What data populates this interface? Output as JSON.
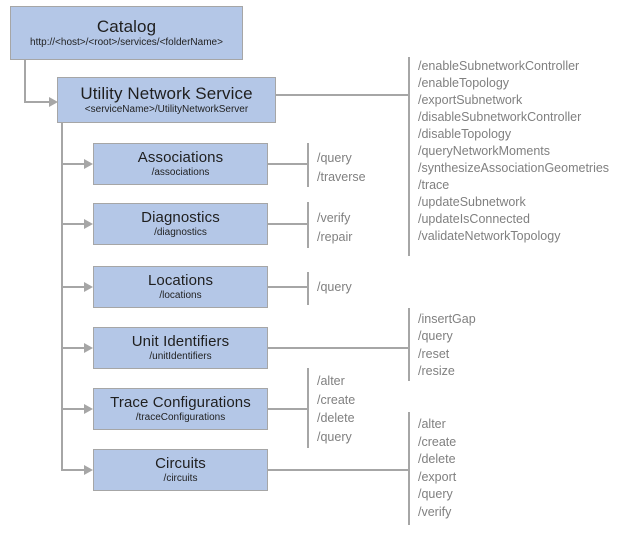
{
  "colors": {
    "background": "#ffffff",
    "box_fill": "#b4c7e7",
    "box_border": "#a6a6a6",
    "line": "#a6a6a6",
    "title_text": "#1f1f1f",
    "ops_text": "#808080"
  },
  "nodes": {
    "catalog": {
      "title": "Catalog",
      "subtitle": "http://<host>/<root>/services/<folderName>"
    },
    "utility_network_service": {
      "title": "Utility Network Service",
      "subtitle": "<serviceName>/UtilityNetworkServer",
      "operations": [
        "/enableSubnetworkController",
        "/enableTopology",
        "/exportSubnetwork",
        "/disableSubnetworkController",
        "/disableTopology",
        "/queryNetworkMoments",
        "/synthesizeAssociationGeometries",
        "/trace",
        "/updateSubnetwork",
        "/updateIsConnected",
        "/validateNetworkTopology"
      ]
    },
    "associations": {
      "title": "Associations",
      "subtitle": "/associations",
      "operations": [
        "/query",
        "/traverse"
      ]
    },
    "diagnostics": {
      "title": "Diagnostics",
      "subtitle": "/diagnostics",
      "operations": [
        "/verify",
        "/repair"
      ]
    },
    "locations": {
      "title": "Locations",
      "subtitle": "/locations",
      "operations": [
        "/query"
      ]
    },
    "unit_identifiers": {
      "title": "Unit Identifiers",
      "subtitle": "/unitIdentifiers",
      "operations": [
        "/insertGap",
        "/query",
        "/reset",
        "/resize"
      ]
    },
    "trace_configurations": {
      "title": "Trace Configurations",
      "subtitle": "/traceConfigurations",
      "operations": [
        "/alter",
        "/create",
        "/delete",
        "/query"
      ]
    },
    "circuits": {
      "title": "Circuits",
      "subtitle": "/circuits",
      "operations": [
        "/alter",
        "/create",
        "/delete",
        "/export",
        "/query",
        "/verify"
      ]
    }
  }
}
